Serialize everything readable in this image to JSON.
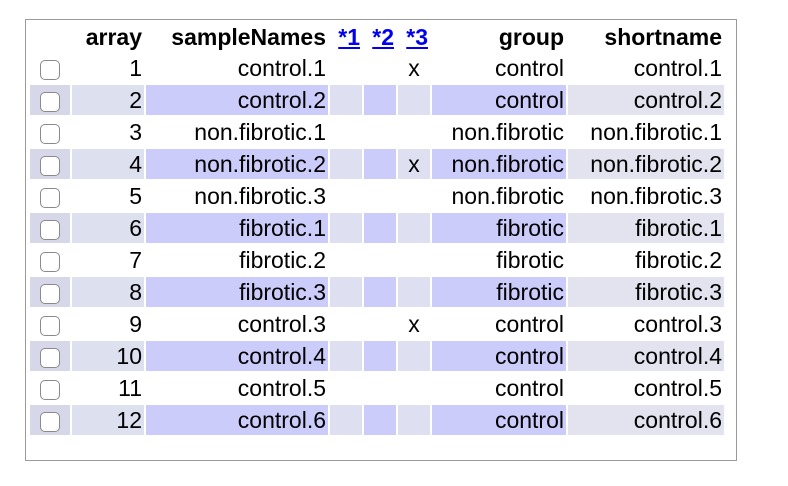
{
  "columns": {
    "array": "array",
    "sampleNames": "sampleNames",
    "link1": "*1",
    "link2": "*2",
    "link3": "*3",
    "group": "group",
    "shortname": "shortname"
  },
  "rows": [
    {
      "array": "1",
      "sampleName": "control.1",
      "m1": "",
      "m2": "",
      "m3": "x",
      "group": "control",
      "shortname": "control.1"
    },
    {
      "array": "2",
      "sampleName": "control.2",
      "m1": "",
      "m2": "",
      "m3": "",
      "group": "control",
      "shortname": "control.2"
    },
    {
      "array": "3",
      "sampleName": "non.fibrotic.1",
      "m1": "",
      "m2": "",
      "m3": "",
      "group": "non.fibrotic",
      "shortname": "non.fibrotic.1"
    },
    {
      "array": "4",
      "sampleName": "non.fibrotic.2",
      "m1": "",
      "m2": "",
      "m3": "x",
      "group": "non.fibrotic",
      "shortname": "non.fibrotic.2"
    },
    {
      "array": "5",
      "sampleName": "non.fibrotic.3",
      "m1": "",
      "m2": "",
      "m3": "",
      "group": "non.fibrotic",
      "shortname": "non.fibrotic.3"
    },
    {
      "array": "6",
      "sampleName": "fibrotic.1",
      "m1": "",
      "m2": "",
      "m3": "",
      "group": "fibrotic",
      "shortname": "fibrotic.1"
    },
    {
      "array": "7",
      "sampleName": "fibrotic.2",
      "m1": "",
      "m2": "",
      "m3": "",
      "group": "fibrotic",
      "shortname": "fibrotic.2"
    },
    {
      "array": "8",
      "sampleName": "fibrotic.3",
      "m1": "",
      "m2": "",
      "m3": "",
      "group": "fibrotic",
      "shortname": "fibrotic.3"
    },
    {
      "array": "9",
      "sampleName": "control.3",
      "m1": "",
      "m2": "",
      "m3": "x",
      "group": "control",
      "shortname": "control.3"
    },
    {
      "array": "10",
      "sampleName": "control.4",
      "m1": "",
      "m2": "",
      "m3": "",
      "group": "control",
      "shortname": "control.4"
    },
    {
      "array": "11",
      "sampleName": "control.5",
      "m1": "",
      "m2": "",
      "m3": "",
      "group": "control",
      "shortname": "control.5"
    },
    {
      "array": "12",
      "sampleName": "control.6",
      "m1": "",
      "m2": "",
      "m3": "",
      "group": "control",
      "shortname": "control.6"
    }
  ]
}
